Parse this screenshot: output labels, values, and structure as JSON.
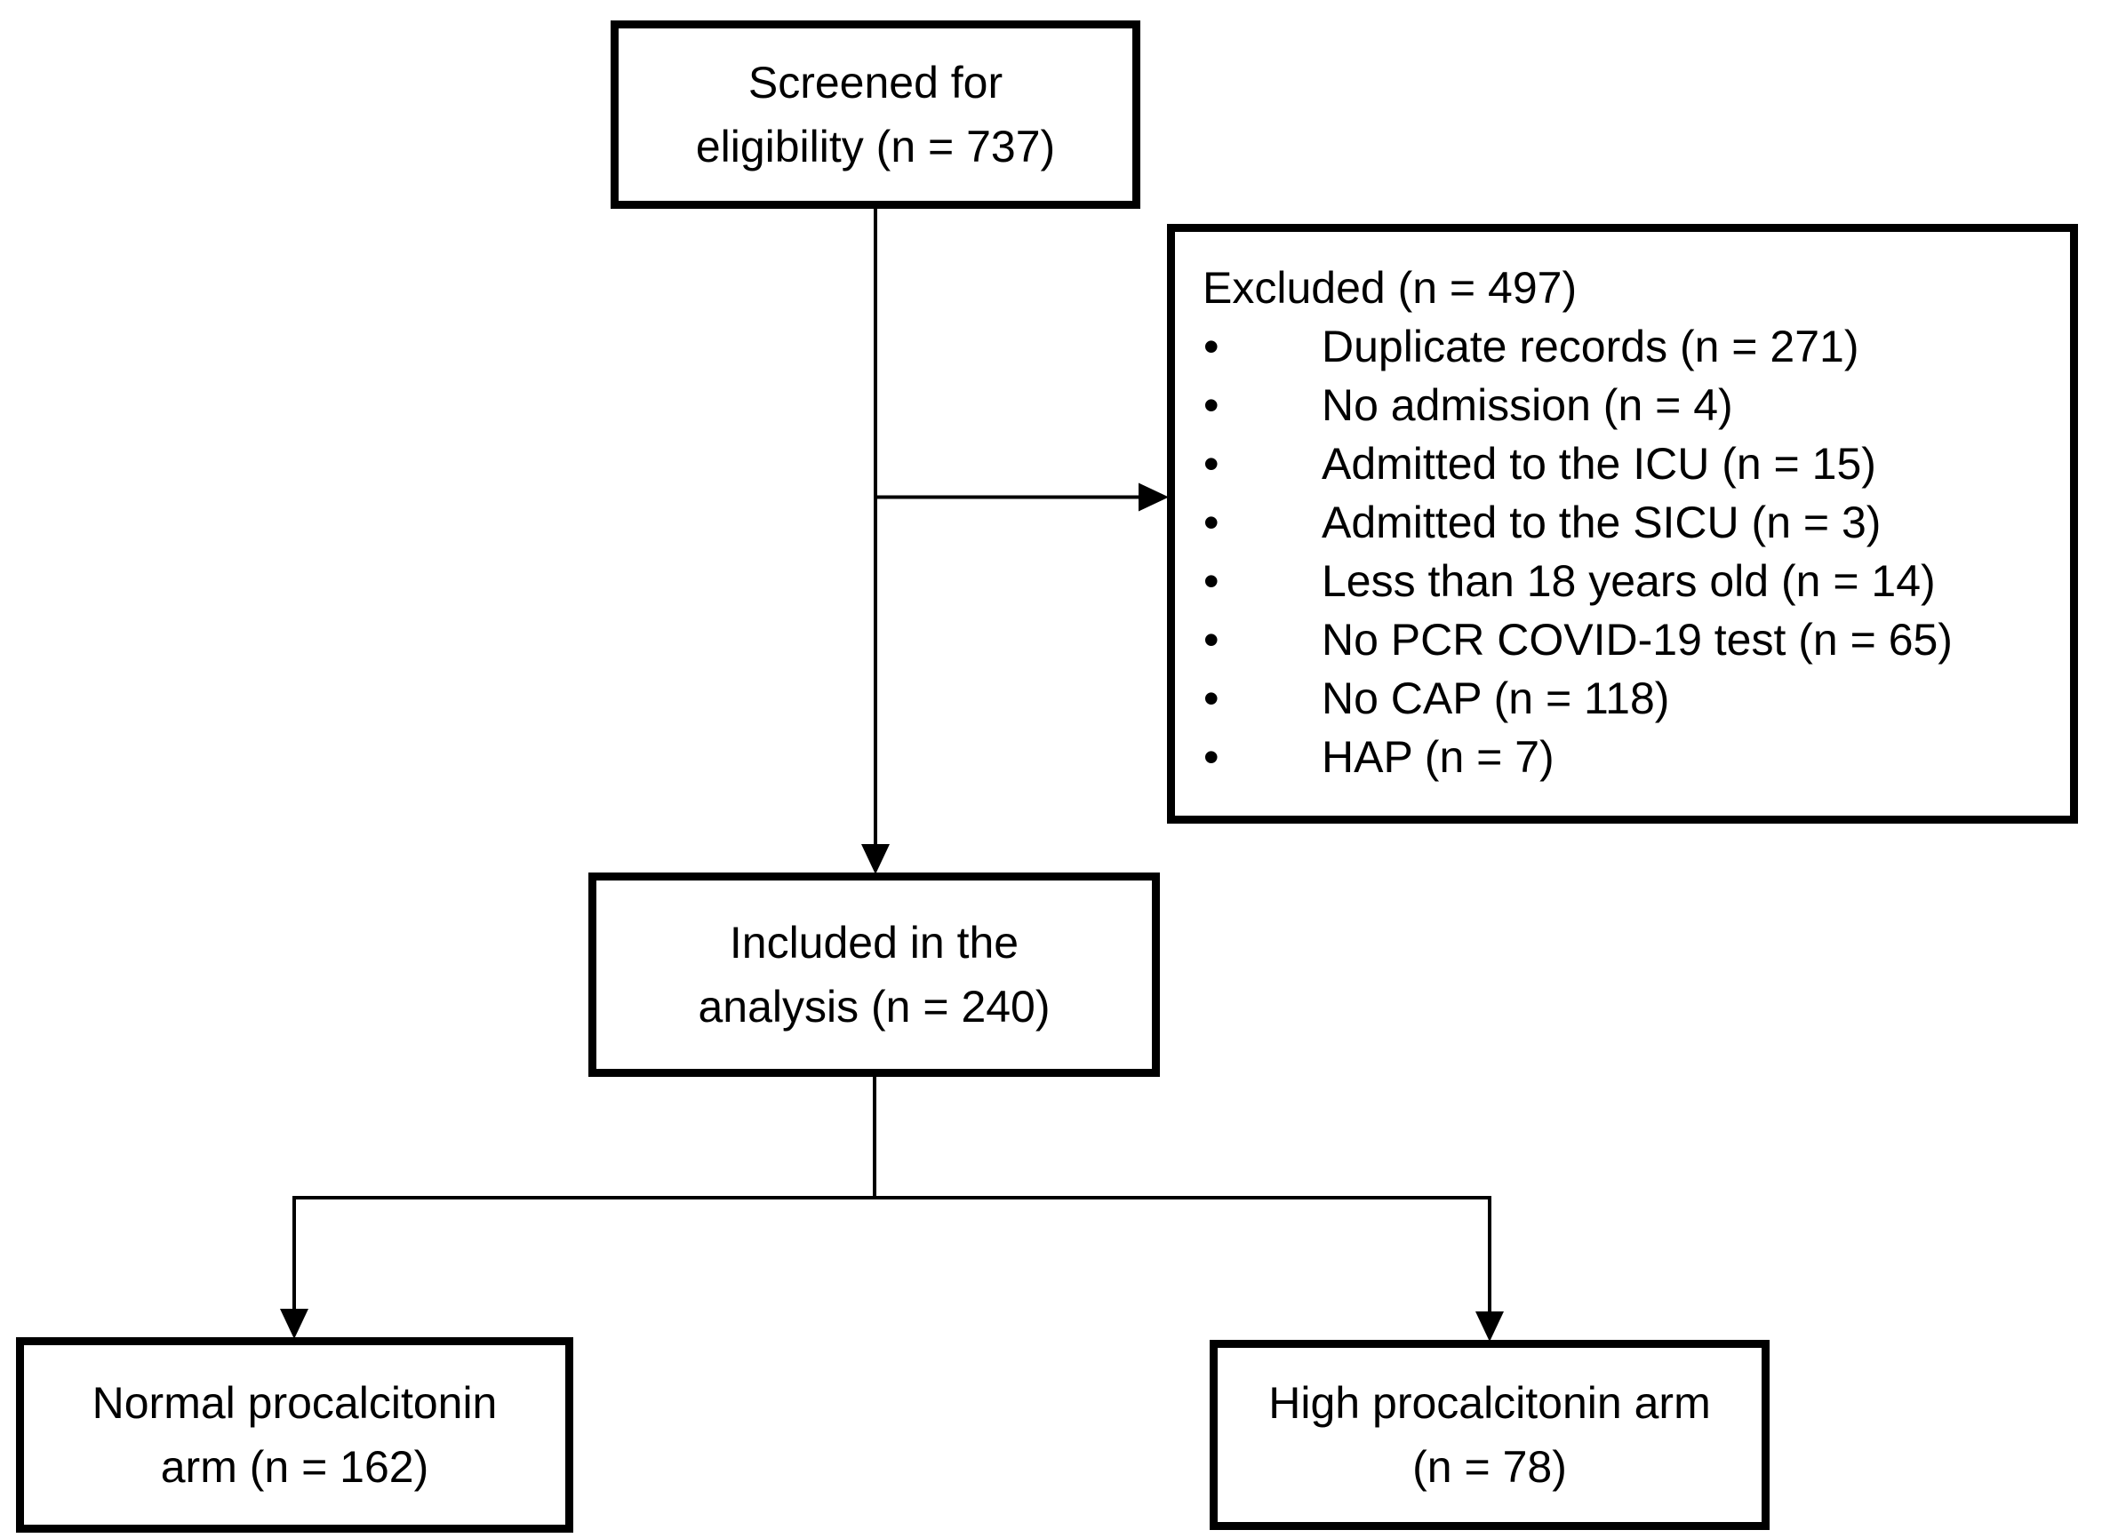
{
  "colors": {
    "ink": "#000000",
    "background": "#ffffff"
  },
  "flowchart": {
    "screened": {
      "line1": "Screened for",
      "line2": "eligibility (n = 737)"
    },
    "excluded": {
      "title": "Excluded (n = 497)",
      "bullet": "•",
      "items": [
        "Duplicate records (n = 271)",
        "No admission (n = 4)",
        "Admitted to the ICU (n = 15)",
        "Admitted to the SICU (n = 3)",
        "Less than 18 years old (n = 14)",
        "No PCR COVID-19 test (n = 65)",
        "No CAP (n = 118)",
        "HAP (n = 7)"
      ]
    },
    "included": {
      "line1": "Included in the",
      "line2": "analysis (n = 240)"
    },
    "normal_arm": {
      "line1": "Normal procalcitonin",
      "line2": "arm (n = 162)"
    },
    "high_arm": {
      "line1": "High procalcitonin arm",
      "line2": "(n = 78)"
    }
  }
}
